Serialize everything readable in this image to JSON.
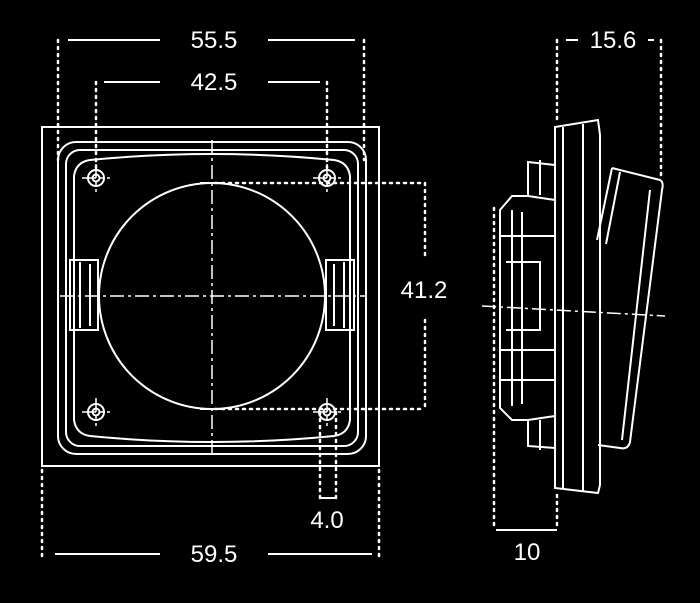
{
  "colors": {
    "background": "#000000",
    "line": "#ffffff"
  },
  "dimensions": {
    "outer_hole_spacing": "55.5",
    "inner_hole_spacing": "42.5",
    "depth_total": "15.6",
    "circle_diameter": "41.2",
    "hole_diameter": "4.0",
    "frame_width": "59.5",
    "depth_base": "10"
  }
}
